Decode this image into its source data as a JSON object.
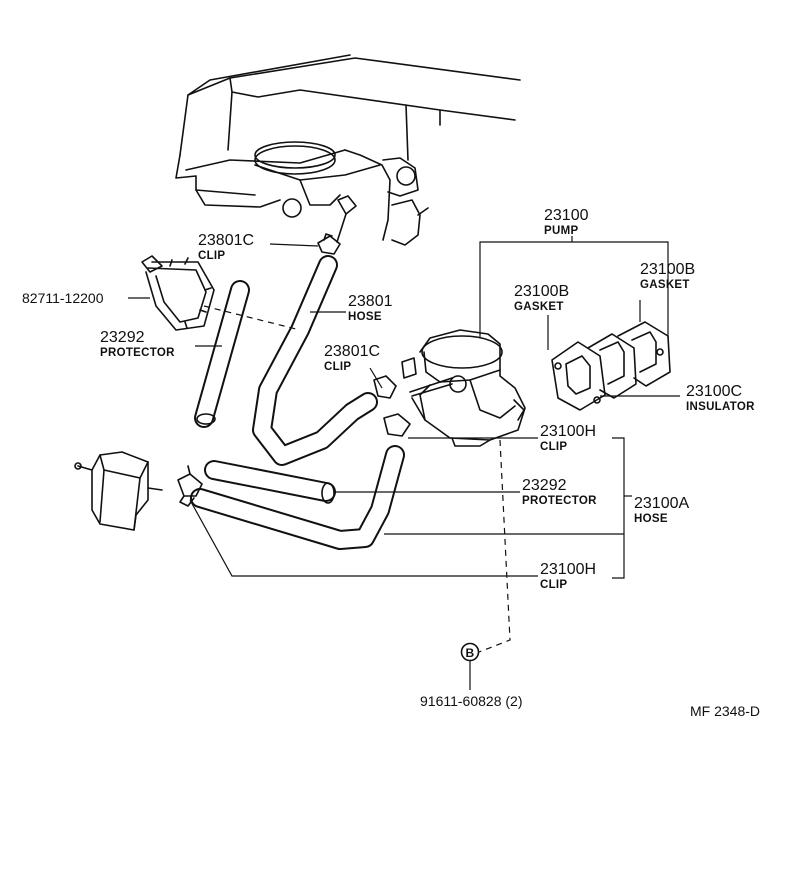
{
  "labels": {
    "pump": {
      "number": "23100",
      "name": "PUMP"
    },
    "gasket_a": {
      "number": "23100B",
      "name": "GASKET"
    },
    "gasket_b": {
      "number": "23100B",
      "name": "GASKET"
    },
    "insulator": {
      "number": "23100C",
      "name": "INSULATOR"
    },
    "clip_top": {
      "number": "23801C",
      "name": "CLIP"
    },
    "clip_mid": {
      "number": "23801C",
      "name": "CLIP"
    },
    "hose_upper": {
      "number": "23801",
      "name": "HOSE"
    },
    "band": {
      "number": "82711-12200"
    },
    "protector_left": {
      "number": "23292",
      "name": "PROTECTOR"
    },
    "clip_h_upper": {
      "number": "23100H",
      "name": "CLIP"
    },
    "protector_right": {
      "number": "23292",
      "name": "PROTECTOR"
    },
    "hose_a": {
      "number": "23100A",
      "name": "HOSE"
    },
    "clip_h_lower": {
      "number": "23100H",
      "name": "CLIP"
    },
    "bolt": {
      "number": "91611-60828 (2)",
      "symbol": "B"
    }
  },
  "figure_ref": "MF  2348-D"
}
